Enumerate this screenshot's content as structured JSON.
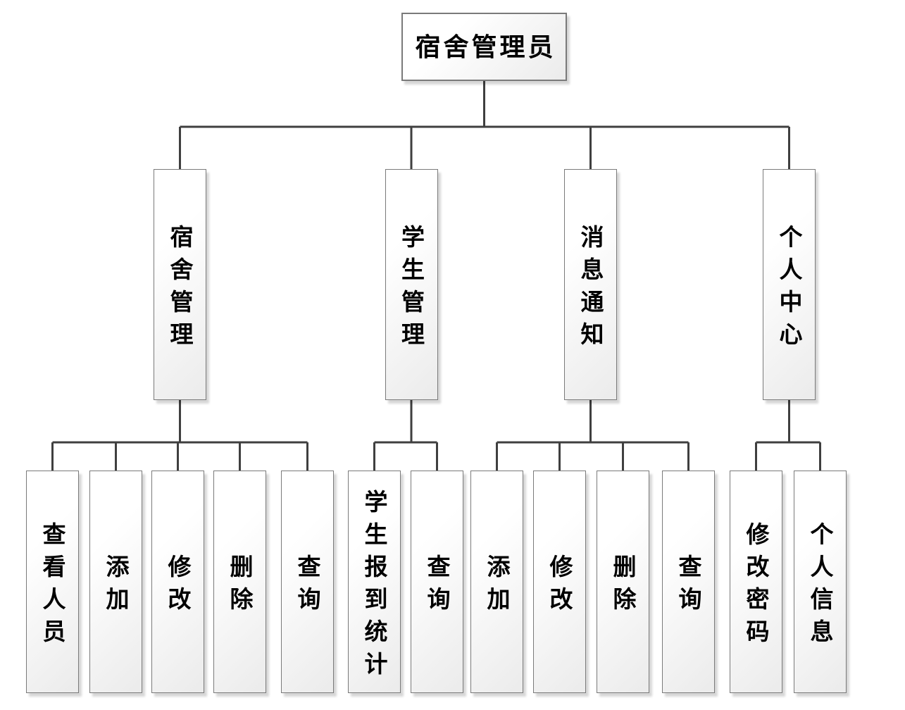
{
  "diagram": {
    "title_hint": "dormitory-admin-function-structure",
    "root": {
      "label": "宿舍管理员"
    },
    "branches": [
      {
        "label": "宿舍管理",
        "children": [
          {
            "label": "查看人员"
          },
          {
            "label": "添加"
          },
          {
            "label": "修改"
          },
          {
            "label": "删除"
          },
          {
            "label": "查询"
          }
        ]
      },
      {
        "label": "学生管理",
        "children": [
          {
            "label": "学生报到统计"
          },
          {
            "label": "查询"
          }
        ]
      },
      {
        "label": "消息通知",
        "children": [
          {
            "label": "添加"
          },
          {
            "label": "修改"
          },
          {
            "label": "删除"
          },
          {
            "label": "查询"
          }
        ]
      },
      {
        "label": "个人中心",
        "children": [
          {
            "label": "修改密码"
          },
          {
            "label": "个人信息"
          }
        ]
      }
    ],
    "colors": {
      "line_color": "#3f3f3f",
      "box_border": "#7a7a7a",
      "box_fill_top": "#ffffff",
      "box_fill_bottom": "#ebebeb",
      "text_color": "#000000",
      "bg_color": "#ffffff"
    }
  }
}
